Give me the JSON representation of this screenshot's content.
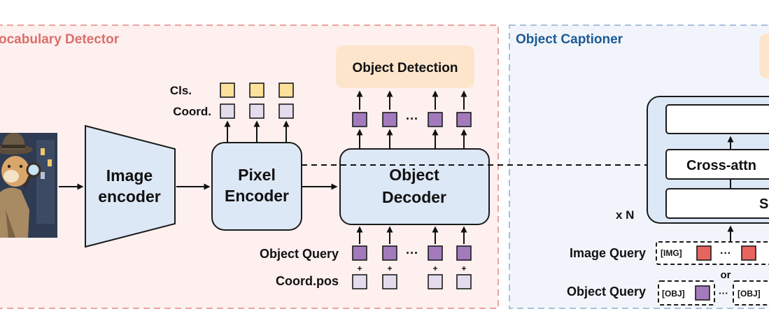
{
  "detector_panel": {
    "title": "ocabulary Detector",
    "image_encoder_line1": "Image",
    "image_encoder_line2": "encoder",
    "pixel_encoder_line1": "Pixel",
    "pixel_encoder_line2": "Encoder",
    "object_decoder_line1": "Object",
    "object_decoder_line2": "Decoder",
    "cls_label": "Cls.",
    "coord_label": "Coord.",
    "object_detection_label": "Object Detection",
    "object_query_label": "Object Query",
    "coord_pos_label": "Coord.pos",
    "ellipsis": "···",
    "plus": "+"
  },
  "captioner_panel": {
    "title": "Object Captioner",
    "cross_attn_label": "Cross-attn",
    "self_attn_label_partial": "S",
    "repeat_label": "x N",
    "image_query_label": "Image Query",
    "img_token": "[IMG]",
    "or_label": "or",
    "object_query_label": "Object Query",
    "obj_token": "[OBJ]",
    "ellipsis": "···"
  },
  "colors": {
    "detector_bg": "#fdf0ef",
    "detector_border": "#e8a4a0",
    "detector_title": "#d9706c",
    "captioner_bg": "#f1f5fb",
    "captioner_border": "#a9c0dc",
    "captioner_title": "#1d5a93",
    "module_fill": "#dde8f6",
    "detection_fill": "#fde5cc",
    "cls_token": "#fbe19a",
    "coord_token": "#e4dcec",
    "query_token": "#a37bbd",
    "img_token": "#e8655f"
  }
}
